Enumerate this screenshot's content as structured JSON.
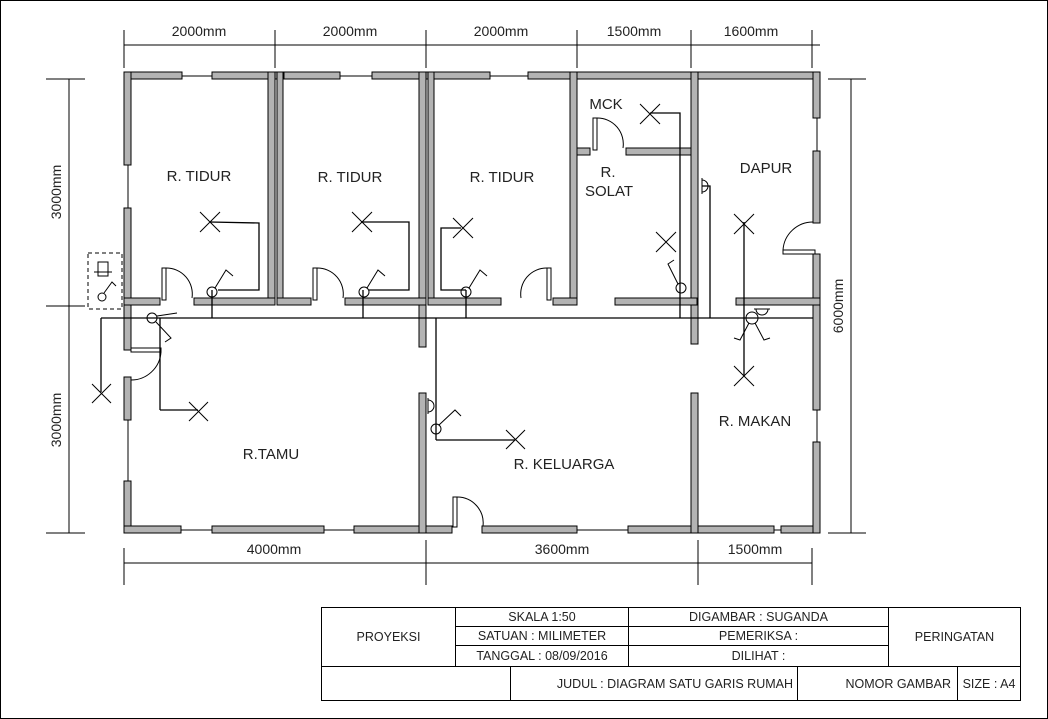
{
  "drawing": {
    "type": "floor-plan single-line electrical diagram",
    "dimensions_top": [
      "2000mm",
      "2000mm",
      "2000mm",
      "1500mm",
      "1600mm"
    ],
    "dimensions_bottom": [
      "4000mm",
      "3600mm",
      "1500mm"
    ],
    "dimensions_left": [
      "3000mm",
      "3000mm"
    ],
    "dimensions_right": [
      "6000mm"
    ],
    "rooms": {
      "tidur1": "R. TIDUR",
      "tidur2": "R. TIDUR",
      "tidur3": "R. TIDUR",
      "mck": "MCK",
      "solat_line1": "R.",
      "solat_line2": "SOLAT",
      "dapur": "DAPUR",
      "tamu": "R.TAMU",
      "keluarga": "R. KELUARGA",
      "makan": "R. MAKAN"
    },
    "colors": {
      "wall": "#b3b3b3",
      "line": "#000000"
    }
  },
  "title_block": {
    "proyeksi": "PROYEKSI",
    "skala": "SKALA 1:50",
    "satuan": "SATUAN : MILIMETER",
    "tanggal": "TANGGAL : 08/09/2016",
    "digambar": "DIGAMBAR : SUGANDA",
    "pemeriksa": "PEMERIKSA :",
    "dilihat": "DILIHAT :",
    "peringatan": "PERINGATAN",
    "judul": "JUDUL : DIAGRAM SATU GARIS RUMAH",
    "nomor_gambar": "NOMOR GAMBAR",
    "size": "SIZE : A4"
  }
}
